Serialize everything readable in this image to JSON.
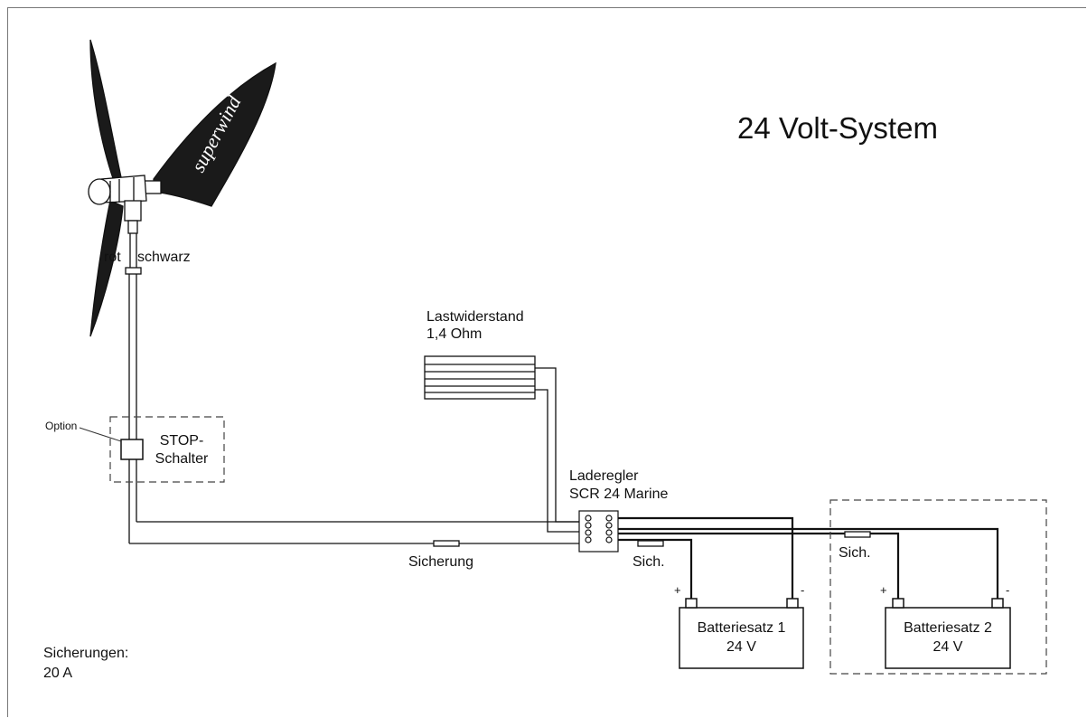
{
  "title": "24 Volt-System",
  "turbine": {
    "brand": "superwind",
    "wire_left": "rot",
    "wire_right": "schwarz"
  },
  "load_resistor": {
    "name": "Lastwiderstand",
    "value": "1,4 Ohm"
  },
  "option": {
    "label": "Option",
    "stop_switch_line1": "STOP-",
    "stop_switch_line2": "Schalter"
  },
  "charge_controller": {
    "name": "Laderegler",
    "model": "SCR 24 Marine"
  },
  "fuses": {
    "main": "Sicherung",
    "battery1": "Sich.",
    "battery2": "Sich."
  },
  "battery1": {
    "name": "Batteriesatz 1",
    "voltage": "24 V",
    "plus": "+",
    "minus": "-"
  },
  "battery2": {
    "name": "Batteriesatz 2",
    "voltage": "24 V",
    "plus": "+",
    "minus": "-"
  },
  "fuse_note": {
    "heading": "Sicherungen:",
    "value": "20 A"
  }
}
